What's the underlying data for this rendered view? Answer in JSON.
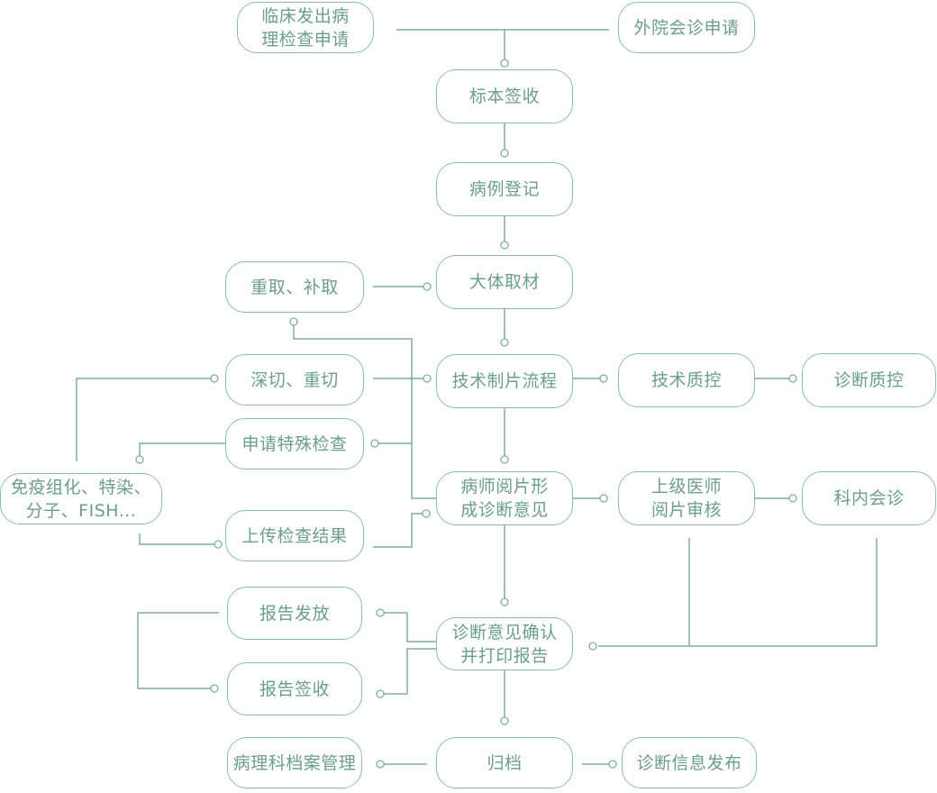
{
  "nodes": {
    "clinical_request": "临床发出病\n理检查申请",
    "external_consult_request": "外院会诊申请",
    "specimen_receipt": "标本签收",
    "case_registration": "病例登记",
    "gross_sampling": "大体取材",
    "resample": "重取、补取",
    "technical_slide_process": "技术制片流程",
    "technical_qc": "技术质控",
    "diagnostic_qc": "诊断质控",
    "deep_recut": "深切、重切",
    "special_test_request": "申请特殊检查",
    "special_stains": "免疫组化、特染、\n分子、FISH...",
    "upload_results": "上传检查结果",
    "pathologist_review": "病师阅片形\n成诊断意见",
    "senior_review": "上级医师\n阅片审核",
    "department_consult": "科内会诊",
    "report_release": "报告发放",
    "report_receipt": "报告签收",
    "confirm_print": "诊断意见确认\n并打印报告",
    "archive_management": "病理科档案管理",
    "archive": "归档",
    "diagnosis_publish": "诊断信息发布"
  }
}
